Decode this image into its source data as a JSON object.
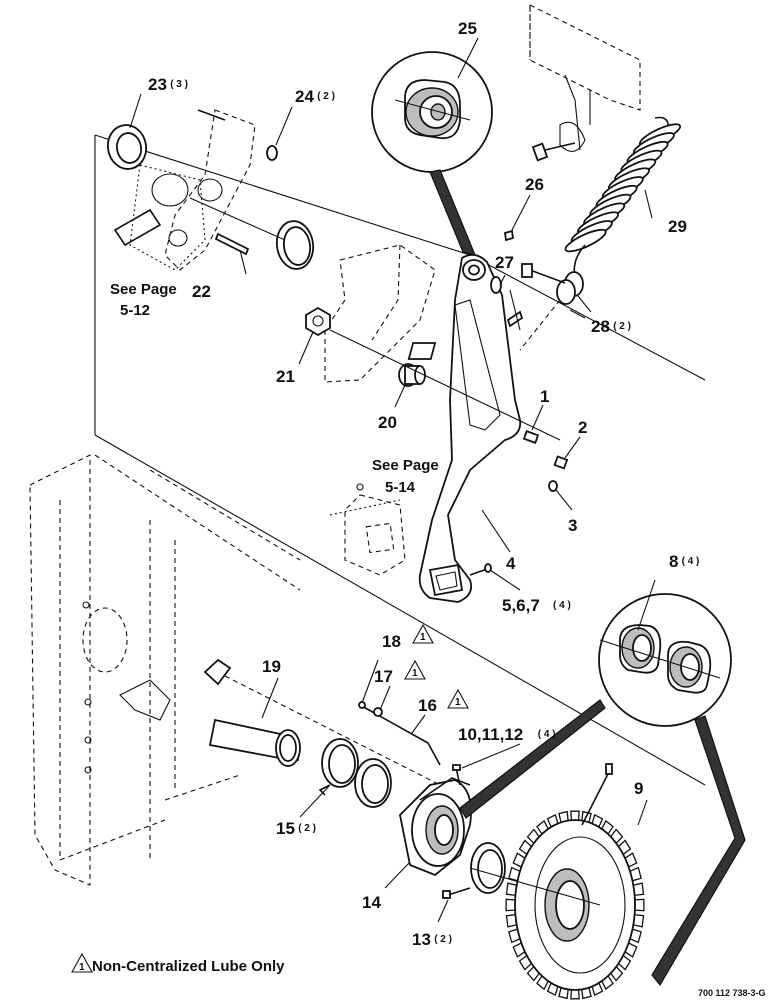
{
  "callouts": [
    {
      "id": "p1",
      "num": "1",
      "qty": ""
    },
    {
      "id": "p2",
      "num": "2",
      "qty": ""
    },
    {
      "id": "p3",
      "num": "3",
      "qty": ""
    },
    {
      "id": "p4",
      "num": "4",
      "qty": ""
    },
    {
      "id": "p5",
      "num": "5,6,7",
      "qty": "( 4 )"
    },
    {
      "id": "p8",
      "num": "8",
      "qty": "( 4 )"
    },
    {
      "id": "p9",
      "num": "9",
      "qty": ""
    },
    {
      "id": "p10",
      "num": "10,11,12",
      "qty": "( 4 )"
    },
    {
      "id": "p13",
      "num": "13",
      "qty": "( 2 )"
    },
    {
      "id": "p14",
      "num": "14",
      "qty": ""
    },
    {
      "id": "p15",
      "num": "15",
      "qty": "( 2 )"
    },
    {
      "id": "p16",
      "num": "16",
      "qty": ""
    },
    {
      "id": "p17",
      "num": "17",
      "qty": ""
    },
    {
      "id": "p18",
      "num": "18",
      "qty": ""
    },
    {
      "id": "p19",
      "num": "19",
      "qty": ""
    },
    {
      "id": "p20",
      "num": "20",
      "qty": ""
    },
    {
      "id": "p21",
      "num": "21",
      "qty": ""
    },
    {
      "id": "p22",
      "num": "22",
      "qty": ""
    },
    {
      "id": "p23",
      "num": "23",
      "qty": "( 3 )"
    },
    {
      "id": "p24",
      "num": "24",
      "qty": "( 2 )"
    },
    {
      "id": "p25",
      "num": "25",
      "qty": ""
    },
    {
      "id": "p26",
      "num": "26",
      "qty": ""
    },
    {
      "id": "p27",
      "num": "27",
      "qty": ""
    },
    {
      "id": "p28",
      "num": "28",
      "qty": "( 2 )"
    },
    {
      "id": "p29",
      "num": "29",
      "qty": ""
    }
  ],
  "note_symbol": "1",
  "see_page_1": {
    "line1": "See Page",
    "line2": "5-12"
  },
  "see_page_2": {
    "line1": "See Page",
    "line2": "5-14"
  },
  "legend": "Non-Centralized Lube Only",
  "drawing_code": "700 112 738-3-G"
}
